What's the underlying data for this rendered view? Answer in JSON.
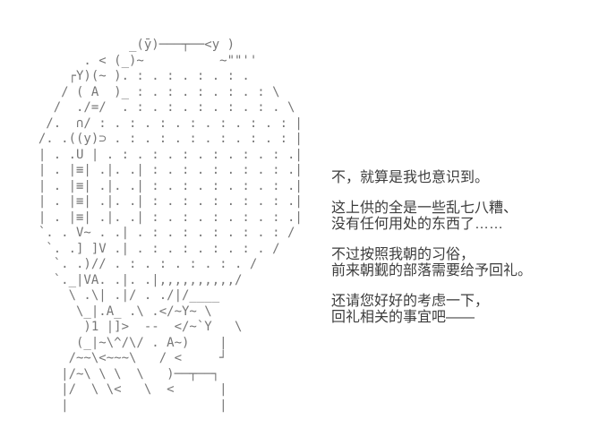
{
  "colors": {
    "background": "#ffffff",
    "art": "#767676",
    "text": "#3d3d3d"
  },
  "ascii_art": {
    "lines": [
      "              _(ȳ)───┬──<y )",
      "        . < (_)~          ~\"\"''",
      "      ┌Y)(~ ). : . : . : . : .",
      "     / ( A  )_ : . : . : . : . : \\",
      "    /  ./=/  . : . : . : . : . : . \\",
      "   /.  ∩/ : . : . : . : . : . : . : |",
      "  /. .((y)⊃ . : . : . : . : . : . : |",
      "  | . .U | . : . : . : . : . : . : .|",
      "  | . |≡| .|. .| : . : . : . : . : .|",
      "  | . |≡| .|. .| : . : . : . : . : .|",
      "  | . |≡| .|. .| : . : . : . : . : .|",
      "  | . |≡| .|. .| : . : . : . : . : .|",
      "  `. . V~ . .| . : . : . : . : . : /",
      "   `. .] ]V .| . : . : . : . : . /",
      "    `. .)// . : . : . : . : . /",
      "    `._|VA. .|. .|,,,,,,,,,,/",
      "      \\ .\\| .|/ . ./|/____",
      "       \\_|.A_ .\\ .</~Y~ \\",
      "        )1 |]>  --  </~`Y   \\",
      "       (_|~\\^/\\/ . A~)    |",
      "      /~~\\<~~~\\   / <     ┘",
      "     |/~\\ \\ \\  \\   )──┬──┐",
      "     |/  \\ \\<   \\  <      |",
      "     |                    |"
    ]
  },
  "dialogue": {
    "paragraphs": [
      {
        "lines": [
          "不，就算是我也意识到。"
        ]
      },
      {
        "lines": [
          "这上供的全是一些乱七八糟、",
          "没有任何用处的东西了……"
        ]
      },
      {
        "lines": [
          "不过按照我朝的习俗，",
          "前来朝觐的部落需要给予回礼。"
        ]
      },
      {
        "lines": [
          "还请您好好的考虑一下，",
          "回礼相关的事宜吧——"
        ]
      }
    ]
  }
}
